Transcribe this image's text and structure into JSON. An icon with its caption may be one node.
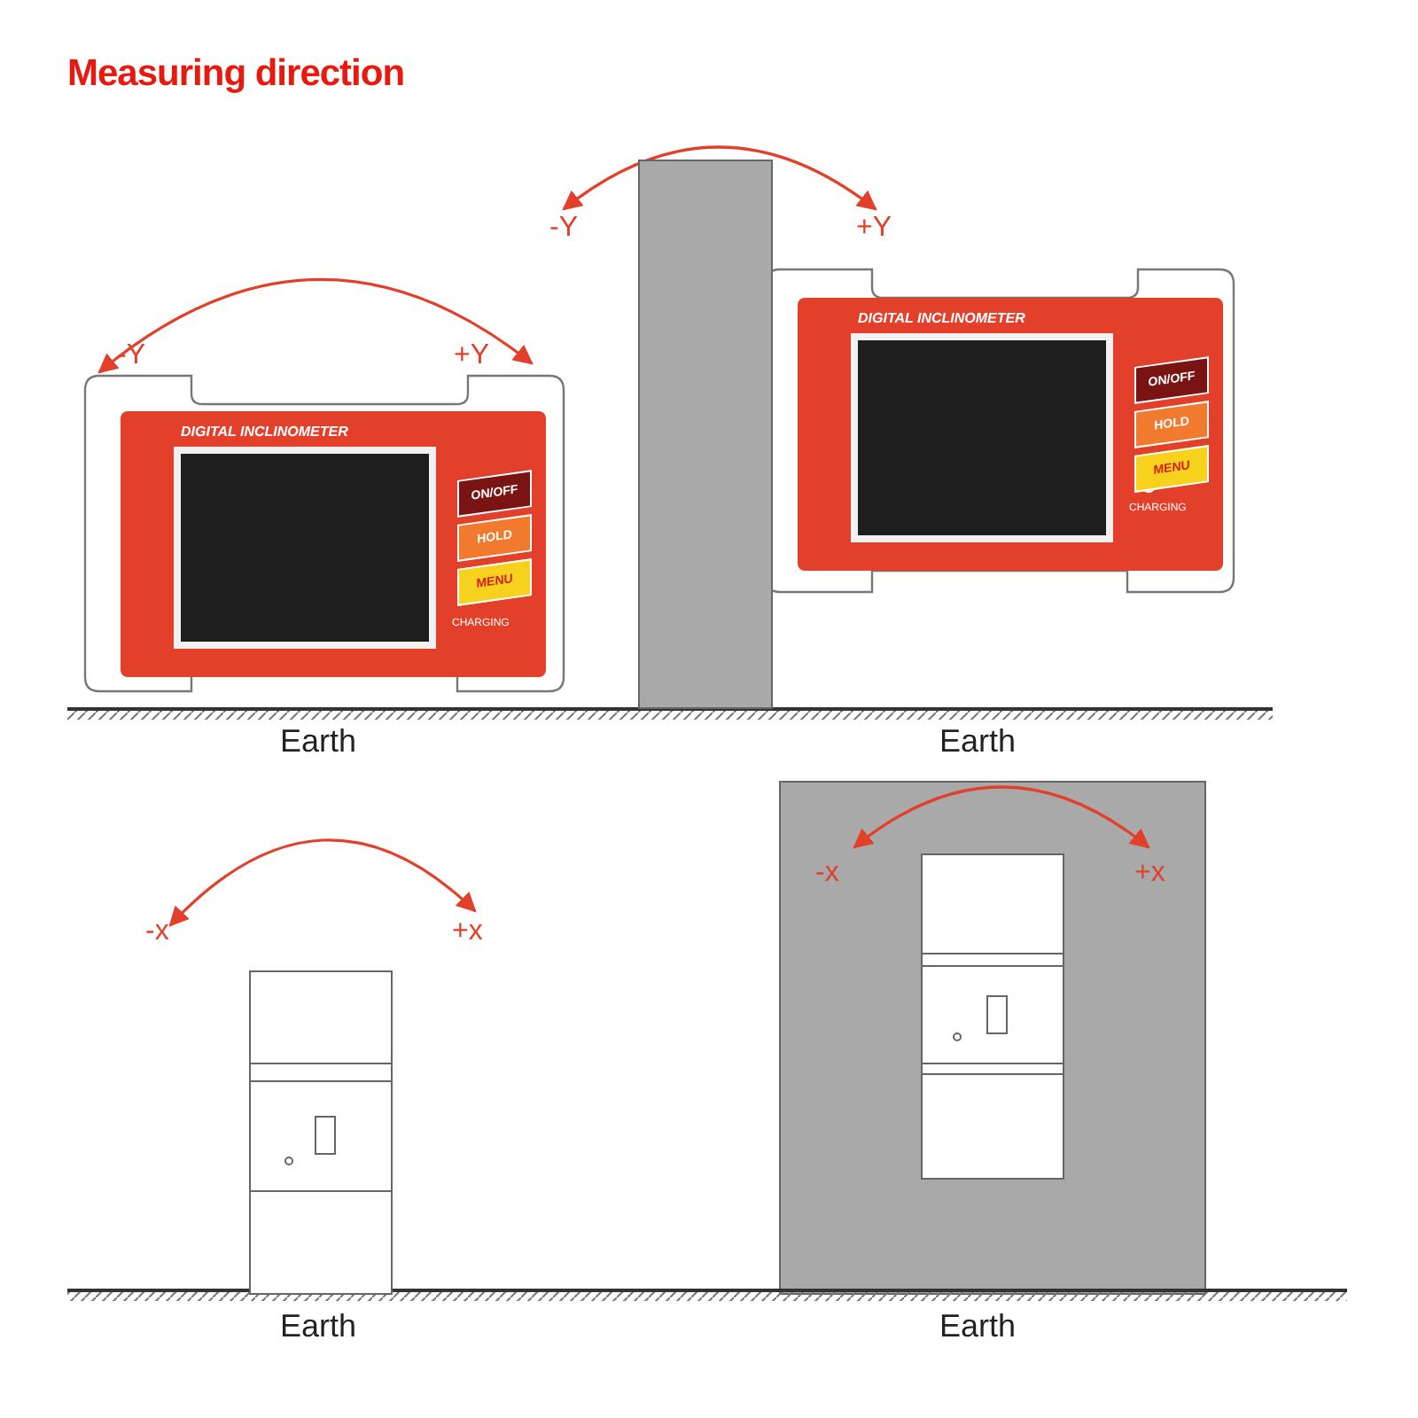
{
  "diagram": {
    "title": "Measuring direction",
    "nodes": [
      {
        "text": [
          "DIGITAL INCLINOMETER"
        ]
      },
      {
        "text": [
          "ON/OFF"
        ],
        "in": 0
      },
      {
        "text": [
          "HOLD"
        ],
        "in": 0
      },
      {
        "text": [
          "MENU"
        ],
        "in": 0
      },
      {
        "text": [
          "DIGITAL INCLINOMETER"
        ]
      },
      {
        "text": [
          "ON/OFF"
        ],
        "in": 4
      },
      {
        "text": [
          "HOLD"
        ],
        "in": 4
      },
      {
        "text": [
          "MENU"
        ],
        "in": 4
      },
      {
        "text": [],
        "shape": "box",
        "in": 0
      },
      {
        "text": [],
        "shape": "box",
        "in": 4
      },
      {
        "text": [],
        "shape": "box"
      }
    ],
    "labels": [
      "-Y",
      "+Y",
      "-Y",
      "+Y",
      "CHARGING",
      "CHARGING",
      "Earth",
      "Earth",
      "-x",
      "+x",
      "-x",
      "+x",
      "Earth",
      "Earth"
    ]
  }
}
